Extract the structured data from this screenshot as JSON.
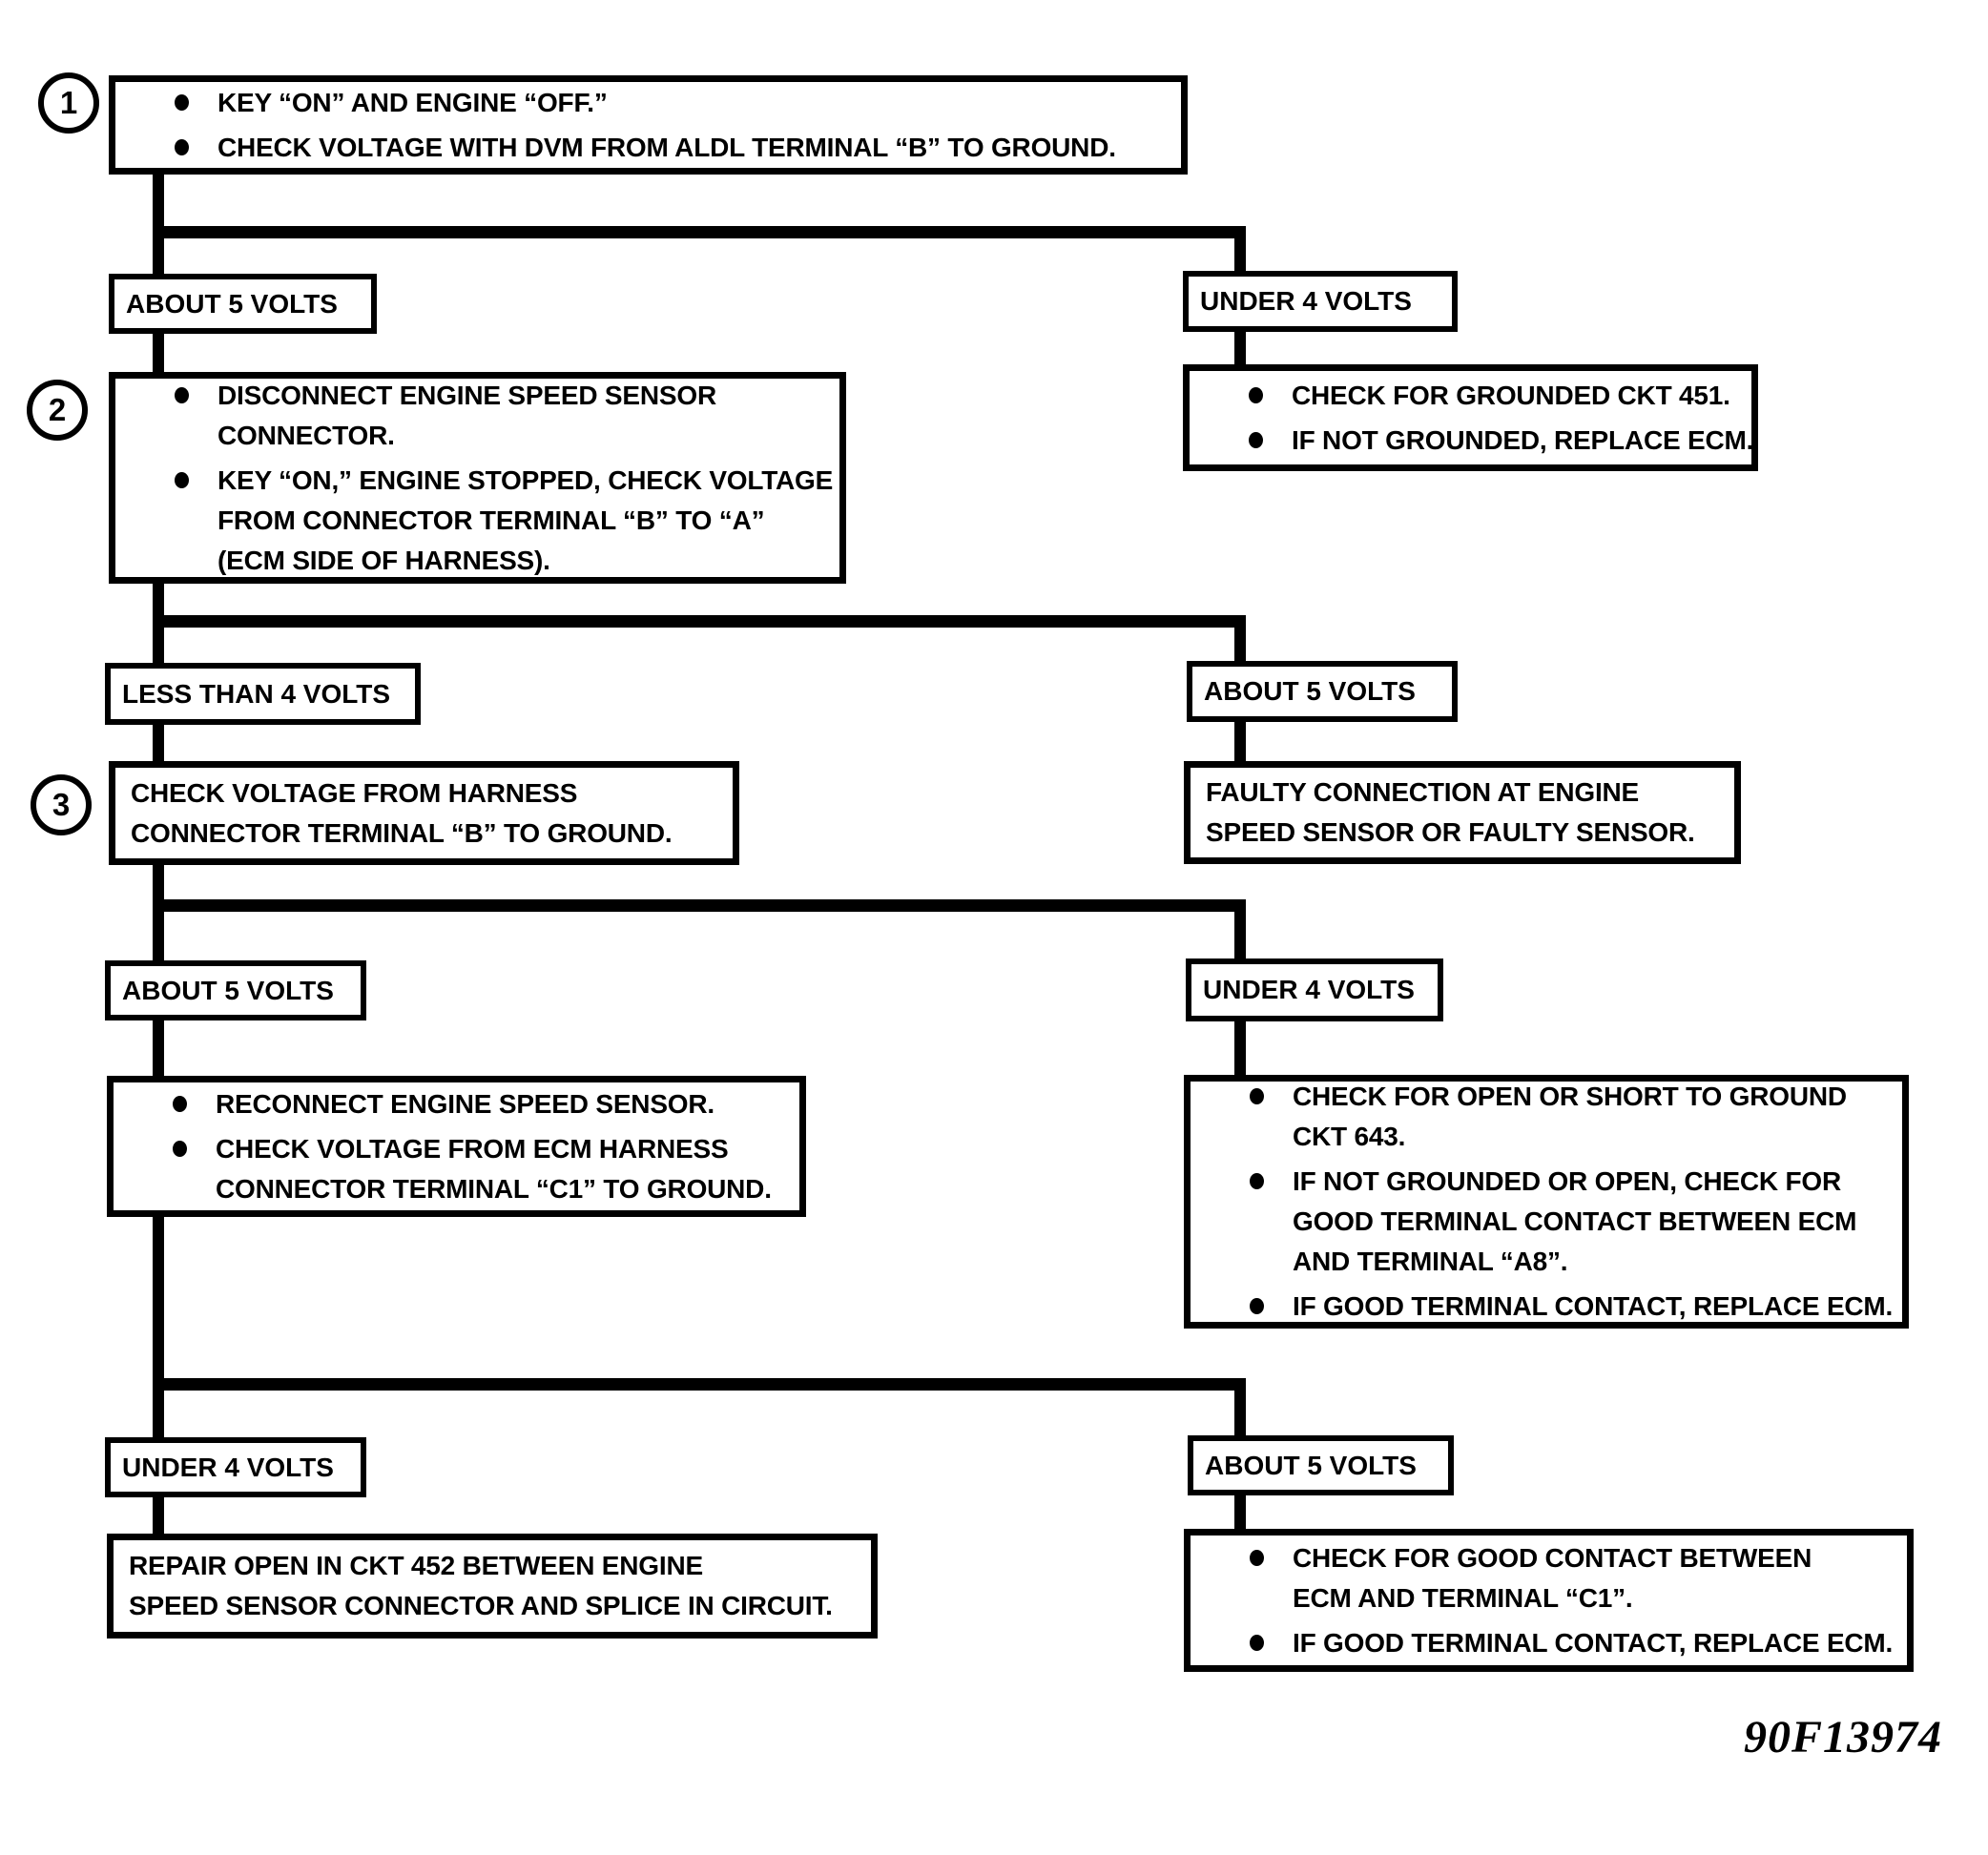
{
  "figure_number": "90F13974",
  "colors": {
    "ink": "#000000",
    "paper": "#ffffff"
  },
  "flowchart": {
    "step1": {
      "number": "1",
      "bullets": [
        "KEY “ON” AND ENGINE “OFF.”",
        "CHECK VOLTAGE WITH DVM FROM ALDL TERMINAL “B” TO GROUND."
      ]
    },
    "branch1": {
      "left": "ABOUT 5 VOLTS",
      "right": "UNDER 4 VOLTS"
    },
    "step2": {
      "number": "2",
      "bullets": [
        "DISCONNECT ENGINE SPEED SENSOR\nCONNECTOR.",
        "KEY “ON,” ENGINE STOPPED, CHECK VOLTAGE\nFROM CONNECTOR TERMINAL “B” TO “A”\n(ECM SIDE OF HARNESS)."
      ]
    },
    "result1": {
      "bullets": [
        "CHECK FOR GROUNDED CKT 451.",
        "IF NOT GROUNDED, REPLACE ECM."
      ]
    },
    "branch2": {
      "left": "LESS THAN 4 VOLTS",
      "right": "ABOUT 5 VOLTS"
    },
    "step3": {
      "number": "3",
      "text": "CHECK VOLTAGE FROM HARNESS\nCONNECTOR TERMINAL “B” TO GROUND."
    },
    "result2": {
      "text": "FAULTY CONNECTION AT ENGINE\nSPEED SENSOR OR FAULTY SENSOR."
    },
    "branch3": {
      "left": "ABOUT 5 VOLTS",
      "right": "UNDER 4 VOLTS"
    },
    "step4": {
      "bullets": [
        "RECONNECT ENGINE SPEED SENSOR.",
        "CHECK VOLTAGE FROM ECM HARNESS\nCONNECTOR TERMINAL “C1” TO GROUND."
      ]
    },
    "result3": {
      "bullets": [
        "CHECK FOR OPEN OR SHORT TO GROUND\nCKT 643.",
        "IF NOT GROUNDED OR OPEN, CHECK FOR\nGOOD TERMINAL CONTACT BETWEEN ECM\nAND TERMINAL “A8”.",
        "IF GOOD TERMINAL CONTACT, REPLACE ECM."
      ]
    },
    "branch4": {
      "left": "UNDER 4 VOLTS",
      "right": "ABOUT 5 VOLTS"
    },
    "step5": {
      "text": "REPAIR OPEN IN CKT 452 BETWEEN ENGINE\nSPEED SENSOR CONNECTOR AND SPLICE IN CIRCUIT."
    },
    "result4": {
      "bullets": [
        "CHECK FOR GOOD CONTACT BETWEEN\nECM AND TERMINAL “C1”.",
        "IF GOOD TERMINAL CONTACT, REPLACE ECM."
      ]
    }
  }
}
